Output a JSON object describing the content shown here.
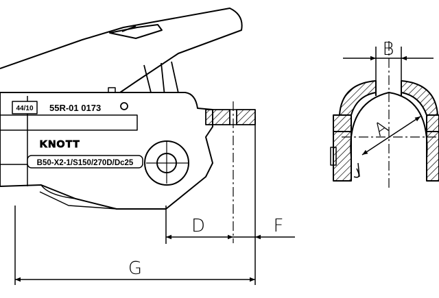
{
  "part": {
    "badge": "44/10",
    "approval": "55R-01 0173",
    "brand": "KNOTT",
    "model": "B50-X2-1/S150/270D/Dc25"
  },
  "dimensions": {
    "g": "G",
    "d": "D",
    "f": "F",
    "b": "B",
    "a": "A"
  }
}
